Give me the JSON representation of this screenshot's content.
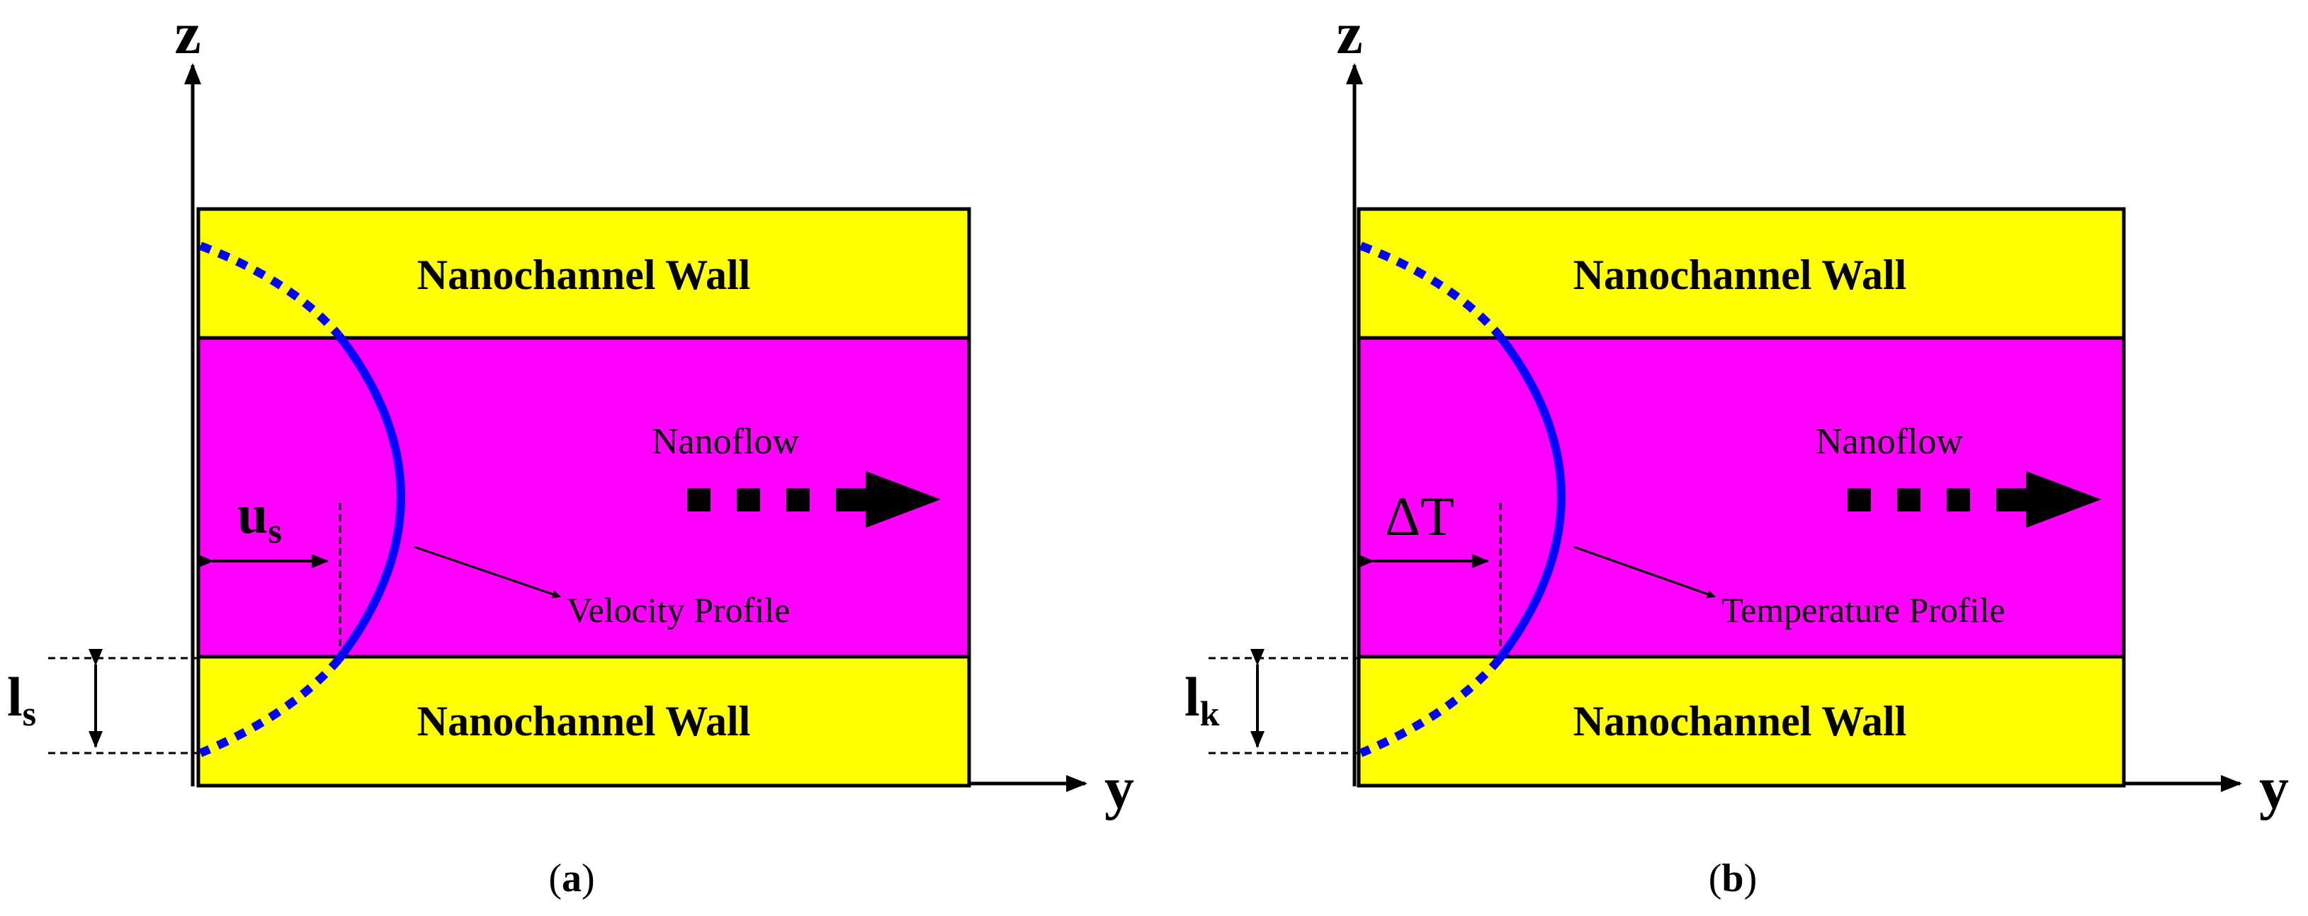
{
  "panels": [
    {
      "id": "a",
      "top_wall_label": "Nanochannel Wall",
      "bottom_wall_label": "Nanochannel Wall",
      "flow_label": "Nanoflow",
      "profile_label": "Velocity Profile",
      "slip_symbol": "u",
      "slip_subscript": "s",
      "length_symbol": "l",
      "length_subscript": "s",
      "axis_vertical": "z",
      "axis_horizontal": "y",
      "caption_letter": "a"
    },
    {
      "id": "b",
      "top_wall_label": "Nanochannel Wall",
      "bottom_wall_label": "Nanochannel Wall",
      "flow_label": "Nanoflow",
      "profile_label": "Temperature Profile",
      "slip_symbol": "ΔT",
      "length_symbol": "l",
      "length_subscript": "k",
      "axis_vertical": "z",
      "axis_horizontal": "y",
      "caption_letter": "b"
    }
  ],
  "colors": {
    "wall": "#ffff00",
    "fluid": "#ff00ff",
    "profile": "#0000ff",
    "line": "#000000"
  }
}
